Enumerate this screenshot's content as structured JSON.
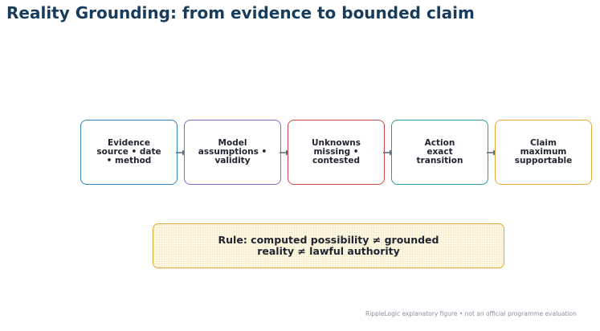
{
  "title": "Reality Grounding: from evidence to bounded claim",
  "boxes": [
    {
      "label": "Evidence\nsource • date\n• method",
      "color": "#2f86c0"
    },
    {
      "label": "Model\nassumptions •\nvalidity",
      "color": "#8b67c2"
    },
    {
      "label": "Unknowns\nmissing •\ncontested",
      "color": "#cc4a44"
    },
    {
      "label": "Action\nexact\ntransition",
      "color": "#2a9c99"
    },
    {
      "label": "Claim\nmaximum\nsupportable",
      "color": "#e3a73a"
    }
  ],
  "arrow_color": "#5f6f80",
  "rule": {
    "text": "Rule: computed possibility ≠ grounded\nreality ≠ lawful authority"
  },
  "footer": "RippleLogic explanatory figure • not an official programme evaluation"
}
